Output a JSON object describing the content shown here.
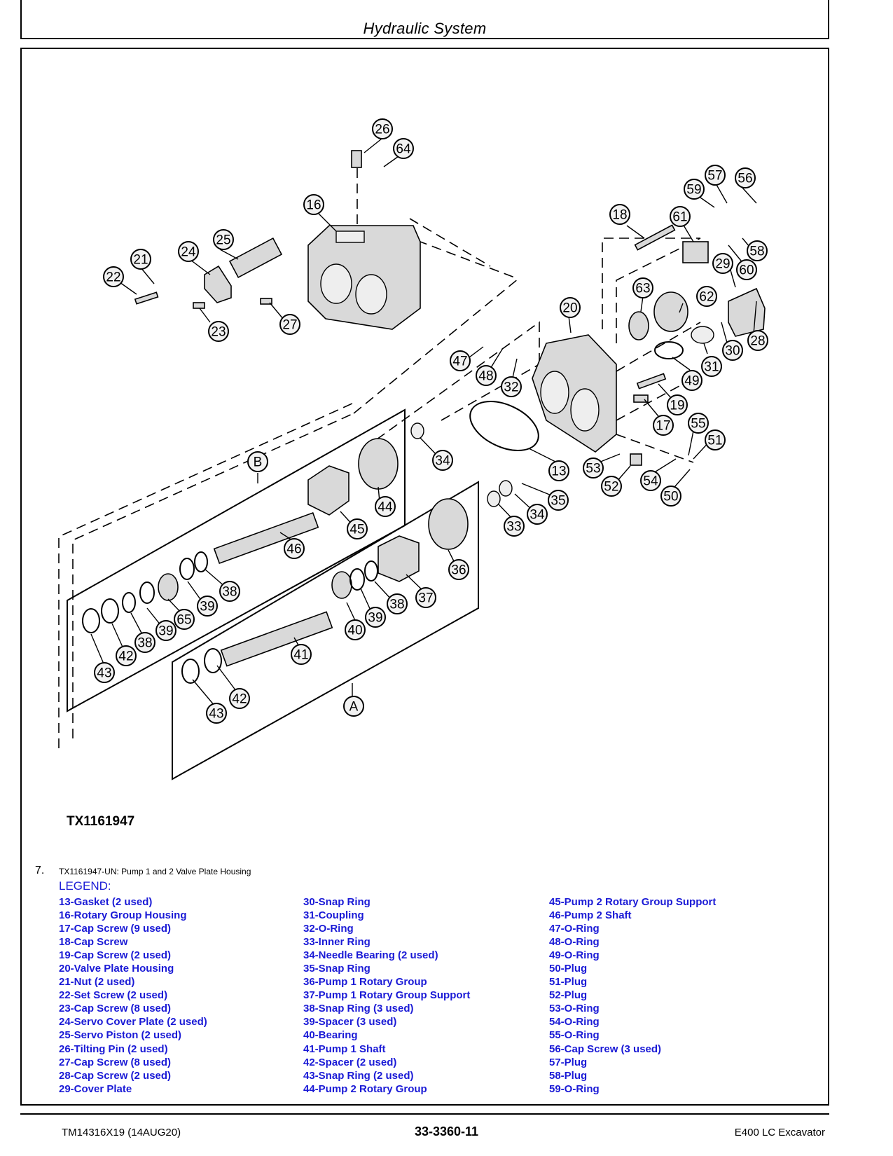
{
  "header": {
    "title": "Hydraulic System"
  },
  "figure": {
    "id": "TX1161947",
    "callouts": [
      "26",
      "64",
      "16",
      "57",
      "56",
      "59",
      "18",
      "61",
      "58",
      "25",
      "24",
      "21",
      "22",
      "60",
      "29",
      "63",
      "62",
      "28",
      "23",
      "27",
      "20",
      "30",
      "47",
      "48",
      "31",
      "32",
      "49",
      "19",
      "17",
      "55",
      "51",
      "34",
      "13",
      "53",
      "52",
      "54",
      "50",
      "B",
      "44",
      "35",
      "45",
      "34",
      "46",
      "33",
      "36",
      "38",
      "39",
      "37",
      "38",
      "65",
      "39",
      "40",
      "42",
      "38",
      "39",
      "41",
      "43",
      "42",
      "43",
      "A"
    ]
  },
  "caption": {
    "step": "7.",
    "text": "TX1161947-UN: Pump 1 and 2 Valve Plate Housing"
  },
  "legend": {
    "title": "LEGEND:",
    "col1": [
      "13-Gasket (2 used)",
      "16-Rotary Group Housing",
      "17-Cap Screw (9 used)",
      "18-Cap Screw",
      "19-Cap Screw (2 used)",
      "20-Valve Plate Housing",
      "21-Nut (2 used)",
      "22-Set Screw (2 used)",
      "23-Cap Screw (8 used)",
      "24-Servo Cover Plate (2 used)",
      "25-Servo Piston (2 used)",
      "26-Tilting Pin (2 used)",
      "27-Cap Screw (8 used)",
      "28-Cap Screw (2 used)",
      "29-Cover Plate"
    ],
    "col2": [
      "30-Snap Ring",
      "31-Coupling",
      "32-O-Ring",
      "33-Inner Ring",
      "34-Needle Bearing (2 used)",
      "35-Snap Ring",
      "36-Pump 1 Rotary Group",
      "37-Pump 1 Rotary Group Support",
      "38-Snap Ring (3 used)",
      "39-Spacer (3 used)",
      "40-Bearing",
      "41-Pump 1 Shaft",
      "42-Spacer (2 used)",
      "43-Snap Ring (2 used)",
      "44-Pump 2 Rotary Group"
    ],
    "col3": [
      "45-Pump 2 Rotary Group Support",
      "46-Pump 2 Shaft",
      "47-O-Ring",
      "48-O-Ring",
      "49-O-Ring",
      "50-Plug",
      "51-Plug",
      "52-Plug",
      "53-O-Ring",
      "54-O-Ring",
      "55-O-Ring",
      "56-Cap Screw (3 used)",
      "57-Plug",
      "58-Plug",
      "59-O-Ring"
    ]
  },
  "footer": {
    "doc": "TM14316X19 (14AUG20)",
    "page": "33-3360-11",
    "machine": "E400 LC Excavator"
  }
}
